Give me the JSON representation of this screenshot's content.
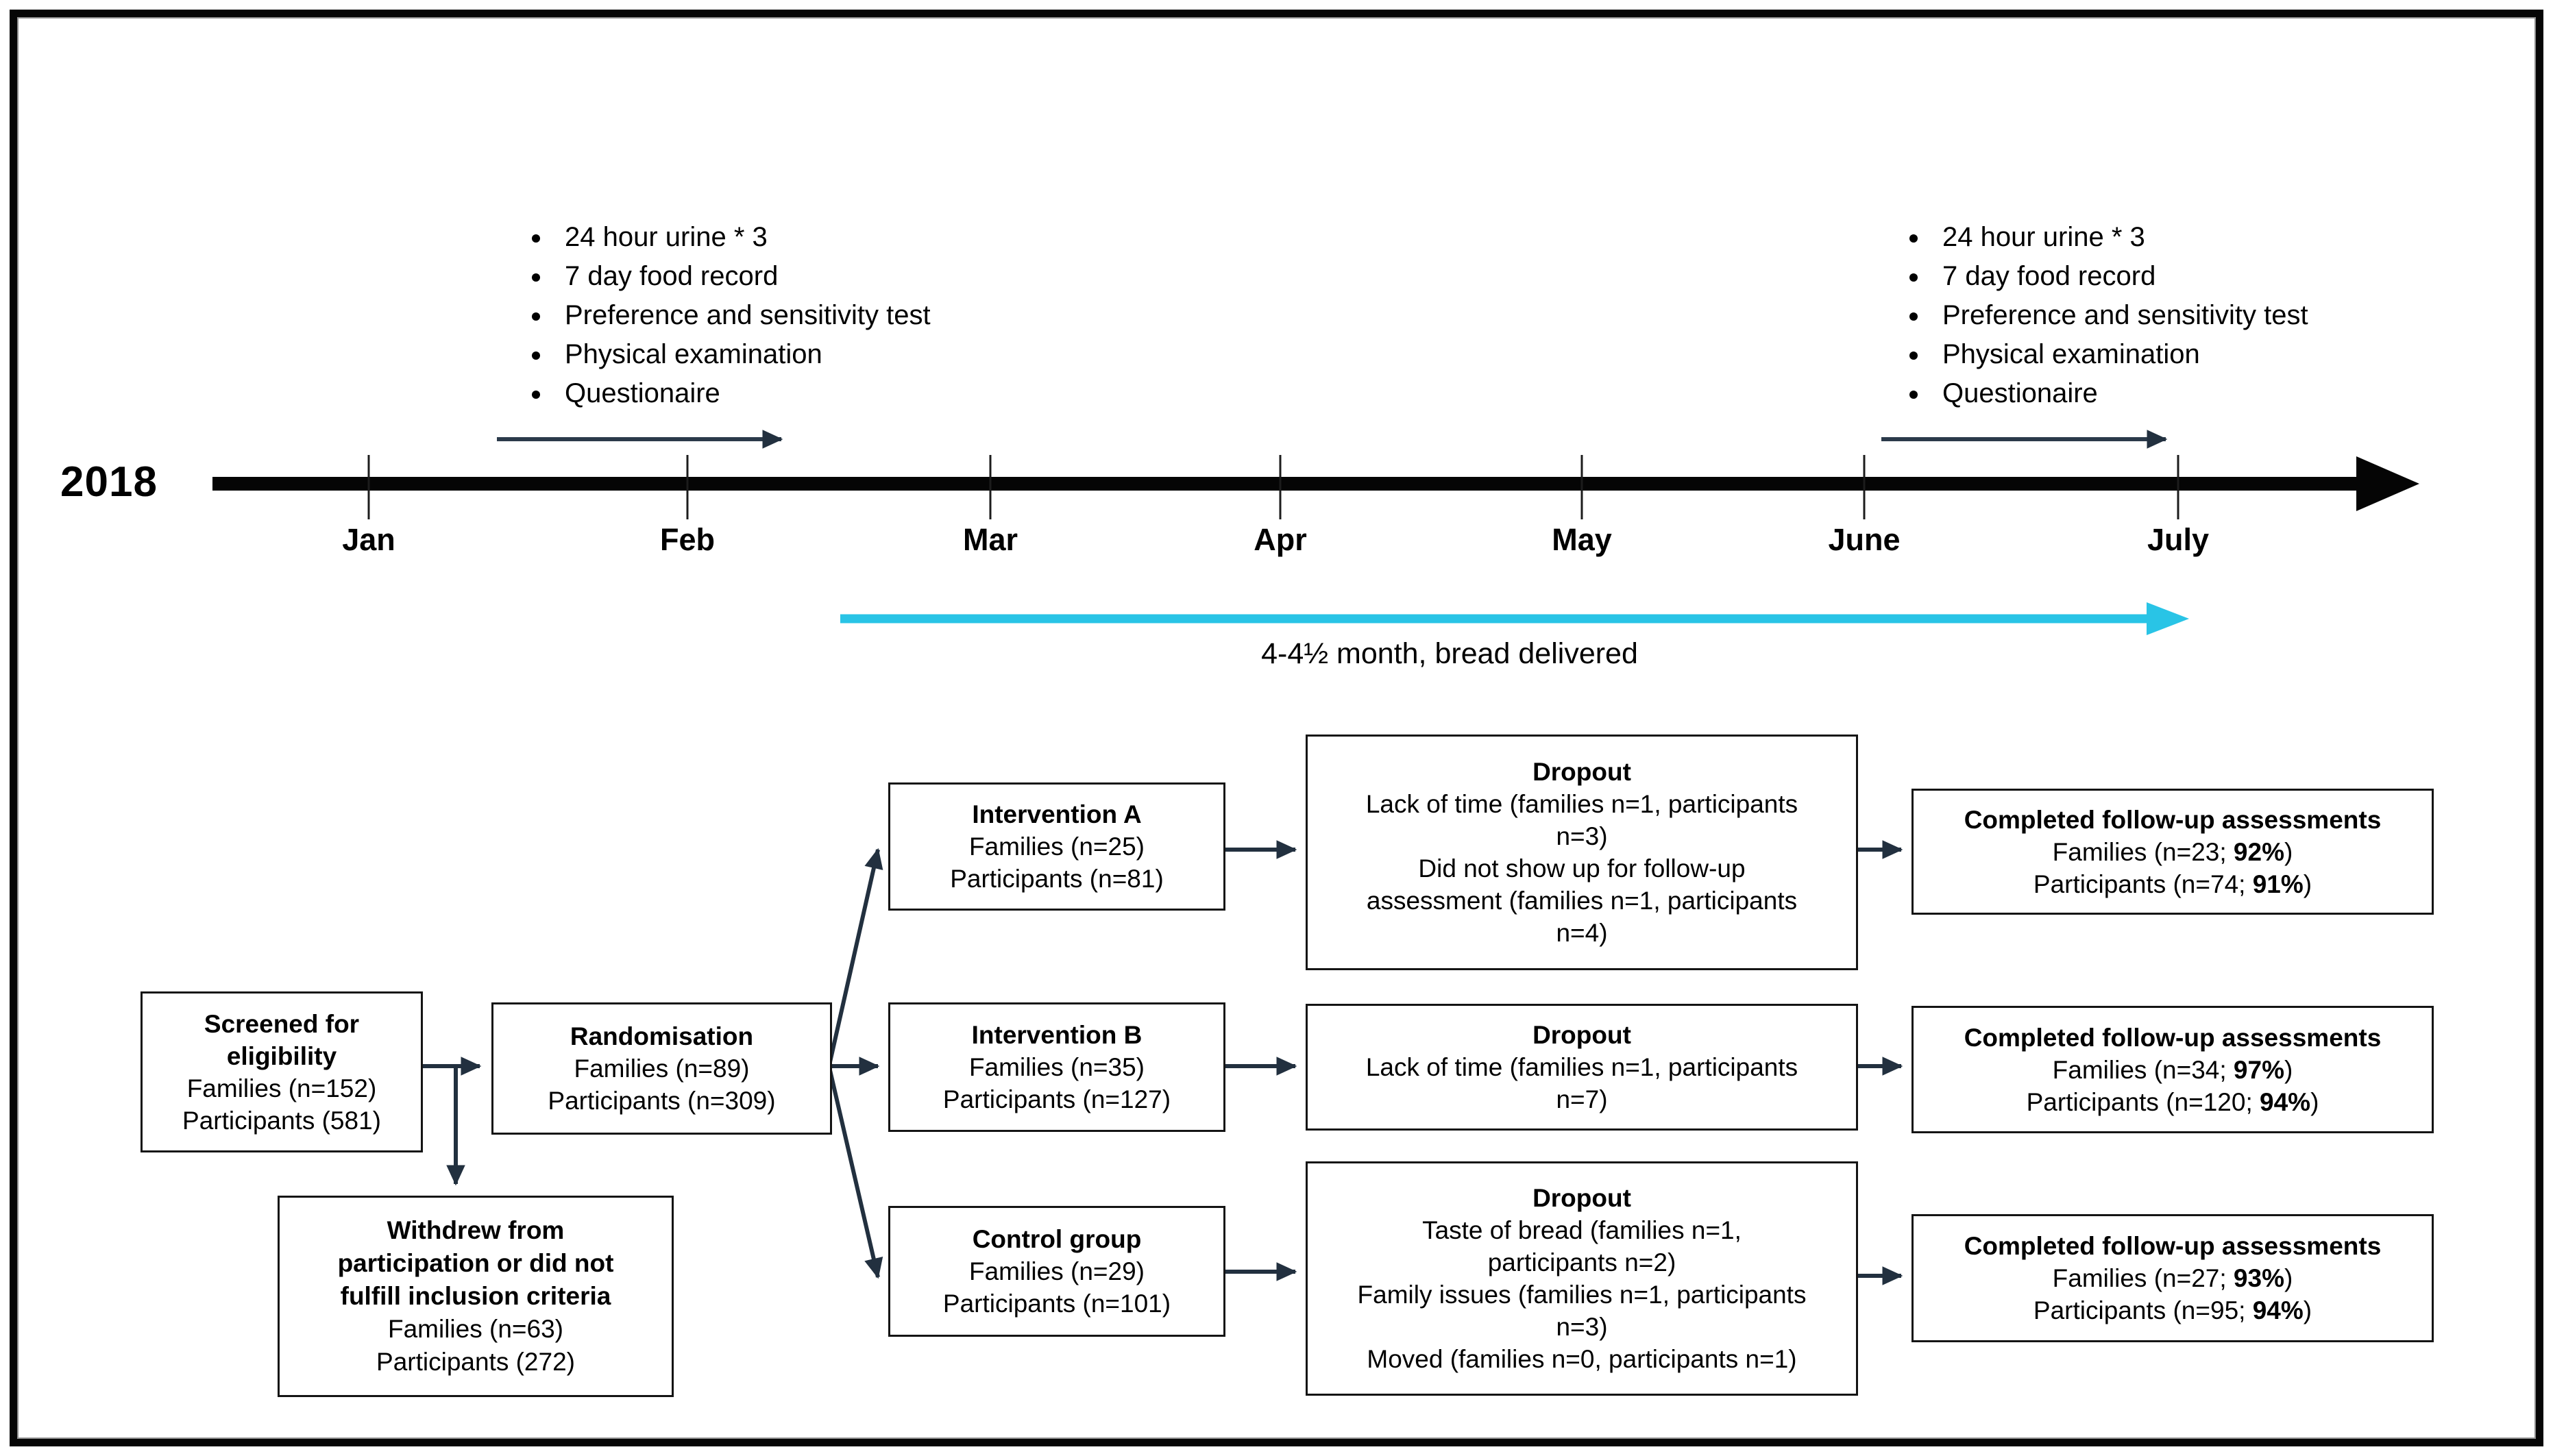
{
  "diagram": {
    "title_year": "2018",
    "timeline": {
      "months": [
        "Jan",
        "Feb",
        "Mar",
        "Apr",
        "May",
        "June",
        "July"
      ],
      "axis_color": "#000000",
      "assessment_arrow_color": "#2b3a4a",
      "baseline_assessments": [
        "24 hour urine * 3",
        "7 day food record",
        "Preference and sensitivity test",
        "Physical examination",
        "Questionaire"
      ],
      "followup_assessments": [
        "24 hour urine * 3",
        "7 day food record",
        "Preference and sensitivity test",
        "Physical examination",
        "Questionaire"
      ],
      "intervention_period": {
        "label": "4-4½ month, bread delivered",
        "arrow_color": "#29C4E6"
      }
    },
    "flowchart": {
      "connector_color": "#22303f",
      "screened": {
        "lines": [
          [
            {
              "t": "Screened for",
              "b": 1
            }
          ],
          [
            {
              "t": "eligibility",
              "b": 1
            }
          ],
          [
            {
              "t": "Families (n=152)"
            }
          ],
          [
            {
              "t": "Participants (581)"
            }
          ]
        ]
      },
      "randomisation": {
        "lines": [
          [
            {
              "t": "Randomisation",
              "b": 1
            }
          ],
          [
            {
              "t": "Families (n=89)"
            }
          ],
          [
            {
              "t": "Participants (n=309)"
            }
          ]
        ]
      },
      "withdrew": {
        "lines": [
          [
            {
              "t": "Withdrew from",
              "b": 1
            }
          ],
          [
            {
              "t": "participation or did not",
              "b": 1
            }
          ],
          [
            {
              "t": "fulfill inclusion criteria",
              "b": 1
            }
          ],
          [
            {
              "t": "Families (n=63)"
            }
          ],
          [
            {
              "t": "Participants (272)"
            }
          ]
        ]
      },
      "intervention_a": {
        "lines": [
          [
            {
              "t": "Intervention A",
              "b": 1
            }
          ],
          [
            {
              "t": "Families (n=25)"
            }
          ],
          [
            {
              "t": "Participants (n=81)"
            }
          ]
        ]
      },
      "intervention_b": {
        "lines": [
          [
            {
              "t": "Intervention B",
              "b": 1
            }
          ],
          [
            {
              "t": "Families (n=35)"
            }
          ],
          [
            {
              "t": "Participants (n=127)"
            }
          ]
        ]
      },
      "control_group": {
        "lines": [
          [
            {
              "t": "Control group",
              "b": 1
            }
          ],
          [
            {
              "t": "Families (n=29)"
            }
          ],
          [
            {
              "t": "Participants (n=101)"
            }
          ]
        ]
      },
      "dropout_a": {
        "lines": [
          [
            {
              "t": "Dropout",
              "b": 1
            }
          ],
          [
            {
              "t": "Lack of time (families n=1, participants"
            }
          ],
          [
            {
              "t": "n=3)"
            }
          ],
          [
            {
              "t": "Did not show up for follow-up"
            }
          ],
          [
            {
              "t": "assessment (families n=1, participants"
            }
          ],
          [
            {
              "t": "n=4)"
            }
          ]
        ]
      },
      "dropout_b": {
        "lines": [
          [
            {
              "t": "Dropout",
              "b": 1
            }
          ],
          [
            {
              "t": "Lack of time (families n=1, participants"
            }
          ],
          [
            {
              "t": "n=7)"
            }
          ]
        ]
      },
      "dropout_control": {
        "lines": [
          [
            {
              "t": "Dropout",
              "b": 1
            }
          ],
          [
            {
              "t": "Taste of bread (families n=1,"
            }
          ],
          [
            {
              "t": "participants n=2)"
            }
          ],
          [
            {
              "t": "Family issues (families n=1, participants"
            }
          ],
          [
            {
              "t": "n=3)"
            }
          ],
          [
            {
              "t": "Moved (families n=0, participants n=1)"
            }
          ]
        ]
      },
      "completed_a": {
        "lines": [
          [
            {
              "t": "Completed follow-up assessments",
              "b": 1
            }
          ],
          [
            {
              "t": "Families (n=23; "
            },
            {
              "t": "92%",
              "b": 1
            },
            {
              "t": ")"
            }
          ],
          [
            {
              "t": "Participants (n=74; "
            },
            {
              "t": "91%",
              "b": 1
            },
            {
              "t": ")"
            }
          ]
        ]
      },
      "completed_b": {
        "lines": [
          [
            {
              "t": "Completed follow-up assessments",
              "b": 1
            }
          ],
          [
            {
              "t": "Families (n=34; "
            },
            {
              "t": "97%",
              "b": 1
            },
            {
              "t": ")"
            }
          ],
          [
            {
              "t": "Participants (n=120; "
            },
            {
              "t": "94%",
              "b": 1
            },
            {
              "t": ")"
            }
          ]
        ]
      },
      "completed_control": {
        "lines": [
          [
            {
              "t": "Completed follow-up assessments",
              "b": 1
            }
          ],
          [
            {
              "t": "Families (n=27; "
            },
            {
              "t": "93%",
              "b": 1
            },
            {
              "t": ")"
            }
          ],
          [
            {
              "t": "Participants (n=95; "
            },
            {
              "t": "94%",
              "b": 1
            },
            {
              "t": ")"
            }
          ]
        ]
      }
    }
  }
}
